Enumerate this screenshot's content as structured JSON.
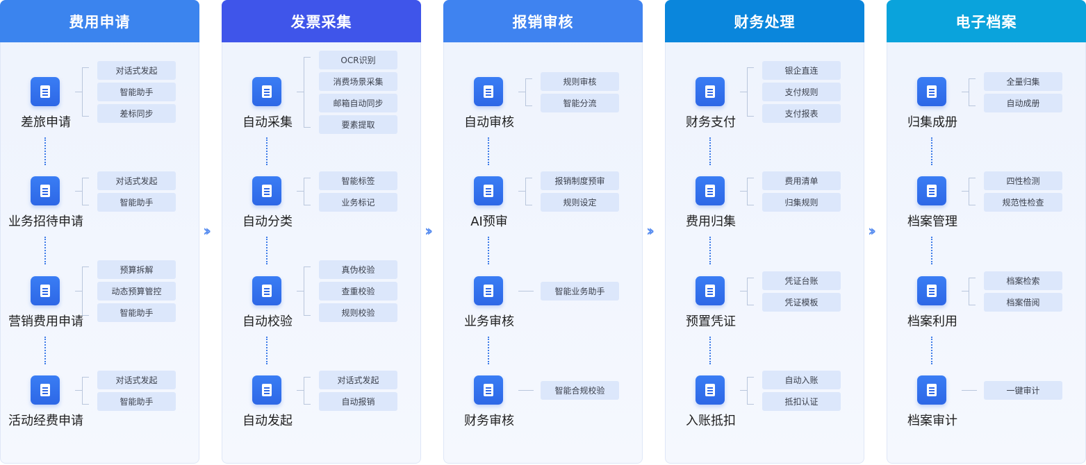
{
  "columns": [
    {
      "title": "费用申请",
      "header_color": "#3b84ee",
      "groups": [
        {
          "label": "差旅申请",
          "tags": [
            "对话式发起",
            "智能助手",
            "差标同步"
          ]
        },
        {
          "label": "业务招待申请",
          "tags": [
            "对话式发起",
            "智能助手"
          ]
        },
        {
          "label": "营销费用申请",
          "tags": [
            "预算拆解",
            "动态预算管控",
            "智能助手"
          ]
        },
        {
          "label": "活动经费申请",
          "tags": [
            "对话式发起",
            "智能助手"
          ]
        }
      ]
    },
    {
      "title": "发票采集",
      "header_color": "#3f55ea",
      "groups": [
        {
          "label": "自动采集",
          "tags": [
            "OCR识别",
            "消费场景采集",
            "邮箱自动同步",
            "要素提取"
          ]
        },
        {
          "label": "自动分类",
          "tags": [
            "智能标签",
            "业务标记"
          ]
        },
        {
          "label": "自动校验",
          "tags": [
            "真伪校验",
            "查重校验",
            "规则校验"
          ]
        },
        {
          "label": "自动发起",
          "tags": [
            "对话式发起",
            "自动报销"
          ]
        }
      ]
    },
    {
      "title": "报销审核",
      "header_color": "#3f83f0",
      "groups": [
        {
          "label": "自动审核",
          "tags": [
            "规则审核",
            "智能分流"
          ]
        },
        {
          "label": "AI预审",
          "tags": [
            "报销制度预审",
            "规则设定"
          ]
        },
        {
          "label": "业务审核",
          "tags": [
            "智能业务助手"
          ]
        },
        {
          "label": "财务审核",
          "tags": [
            "智能合规校验"
          ]
        }
      ]
    },
    {
      "title": "财务处理",
      "header_color": "#0a86dc",
      "groups": [
        {
          "label": "财务支付",
          "tags": [
            "银企直连",
            "支付规则",
            "支付报表"
          ]
        },
        {
          "label": "费用归集",
          "tags": [
            "费用清单",
            "归集规则"
          ]
        },
        {
          "label": "预置凭证",
          "tags": [
            "凭证台账",
            "凭证模板"
          ]
        },
        {
          "label": "入账抵扣",
          "tags": [
            "自动入账",
            "抵扣认证"
          ]
        }
      ]
    },
    {
      "title": "电子档案",
      "header_color": "#0aa3dc",
      "groups": [
        {
          "label": "归集成册",
          "tags": [
            "全量归集",
            "自动成册"
          ]
        },
        {
          "label": "档案管理",
          "tags": [
            "四性检测",
            "规范性检查"
          ]
        },
        {
          "label": "档案利用",
          "tags": [
            "档案检索",
            "档案借阅"
          ]
        },
        {
          "label": "档案审计",
          "tags": [
            "一键审计"
          ]
        }
      ]
    }
  ]
}
